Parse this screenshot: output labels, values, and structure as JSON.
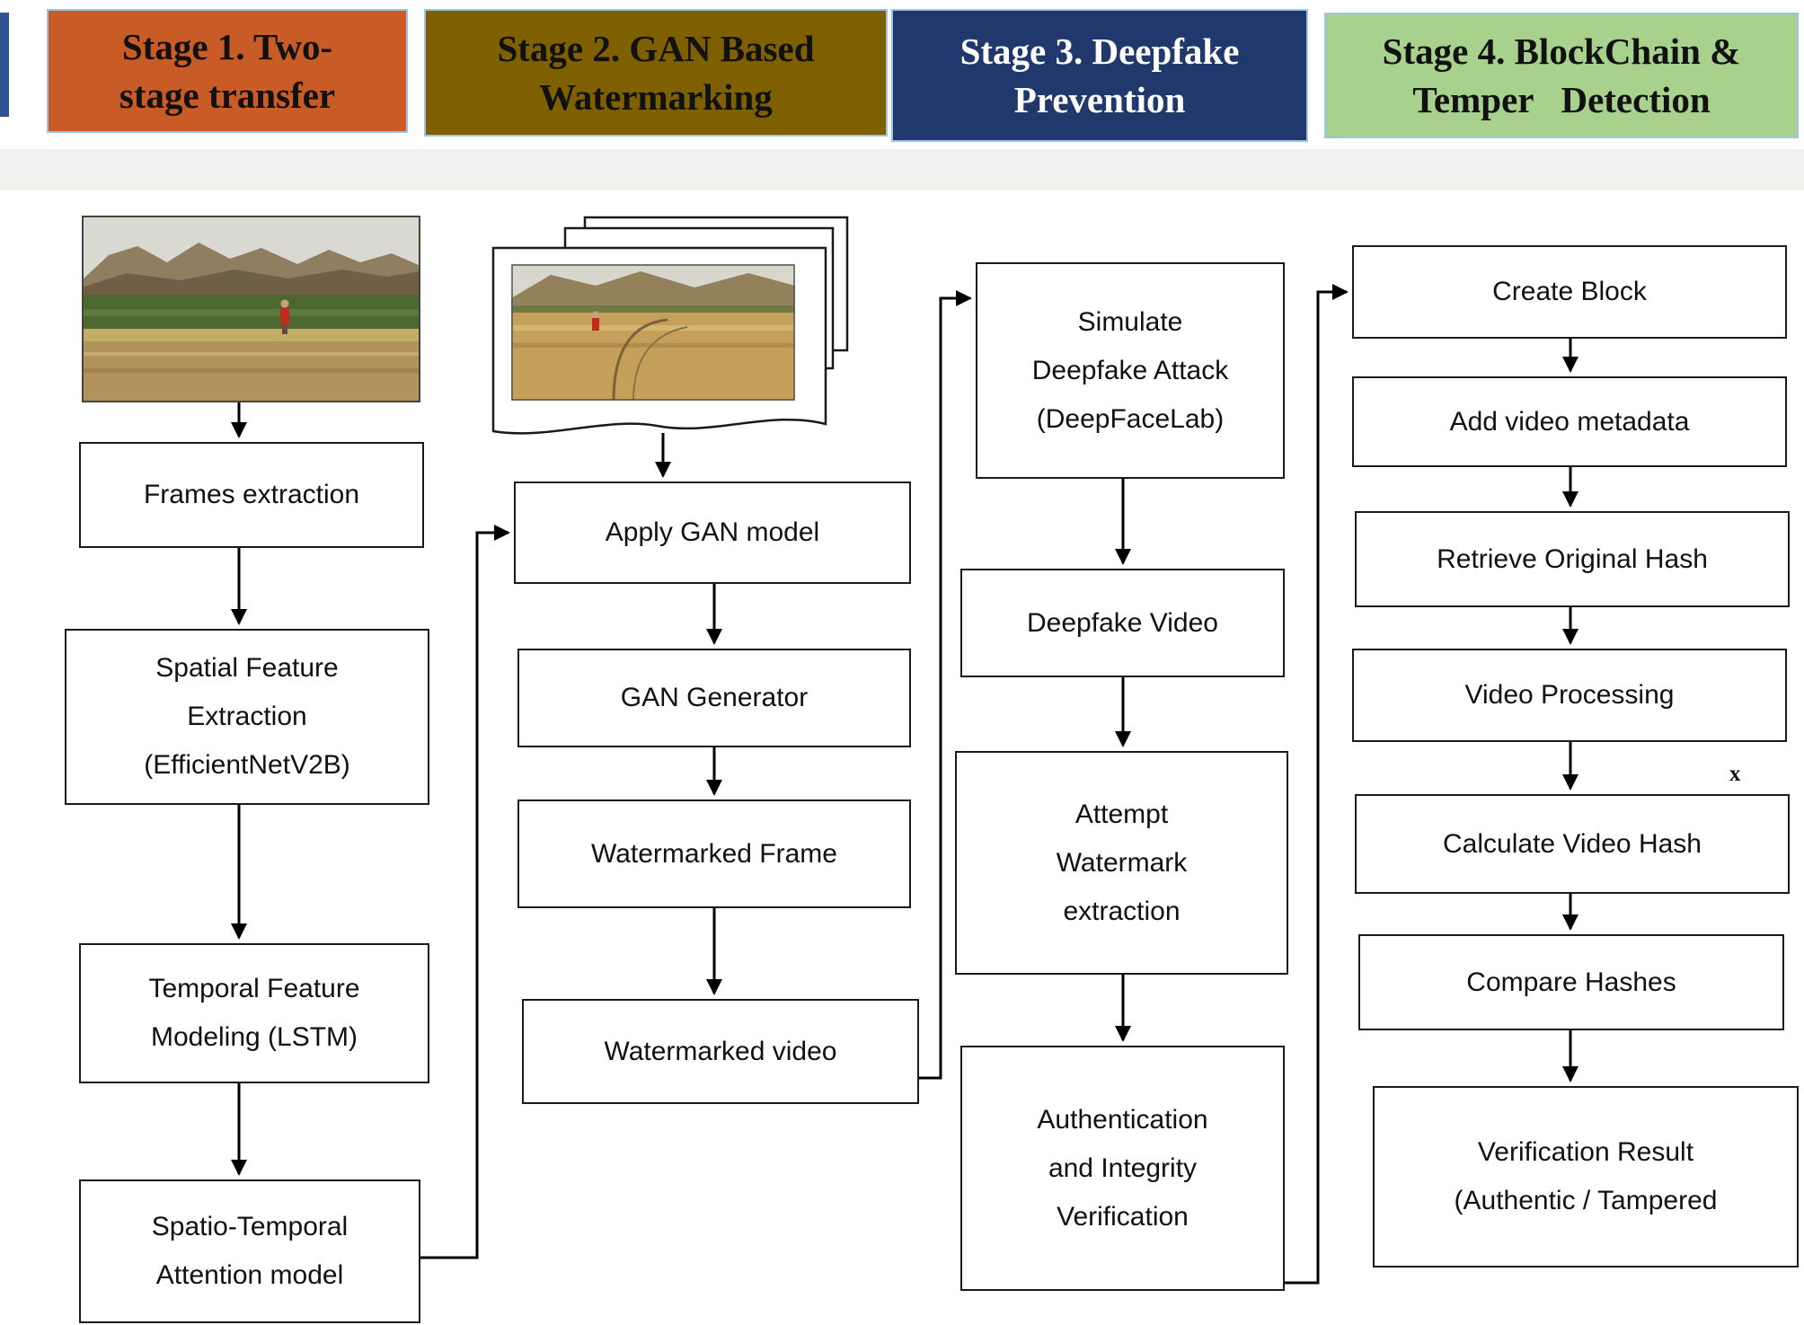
{
  "headers": [
    {
      "label": "Stage 1. Two-\nstage transfer",
      "bg": "#c95b27",
      "fg": "#111111"
    },
    {
      "label": "Stage 2. GAN Based\nWatermarking",
      "bg": "#7f6000",
      "fg": "#111111"
    },
    {
      "label": "Stage 3. Deepfake\nPrevention",
      "bg": "#20386b",
      "fg": "#ffffff"
    },
    {
      "label": "Stage 4. BlockChain &\nTemper   Detection",
      "bg": "#a9d18e",
      "fg": "#111111"
    }
  ],
  "stage1": {
    "nodes": [
      {
        "label": "Frames extraction"
      },
      {
        "label": "Spatial Feature\nExtraction\n(EfficientNetV2B)"
      },
      {
        "label": "Temporal Feature\nModeling (LSTM)"
      },
      {
        "label": "Spatio-Temporal\nAttention model"
      }
    ]
  },
  "stage2": {
    "nodes": [
      {
        "label": "Apply GAN model"
      },
      {
        "label": "GAN Generator"
      },
      {
        "label": "Watermarked Frame"
      },
      {
        "label": "Watermarked video"
      }
    ]
  },
  "stage3": {
    "nodes": [
      {
        "label": "Simulate\nDeepfake Attack\n(DeepFaceLab)"
      },
      {
        "label": "Deepfake Video"
      },
      {
        "label": "Attempt\nWatermark\nextraction"
      },
      {
        "label": "Authentication\nand Integrity\nVerification"
      }
    ]
  },
  "stage4": {
    "nodes": [
      {
        "label": "Create Block"
      },
      {
        "label": "Add video metadata"
      },
      {
        "label": "Retrieve Original Hash"
      },
      {
        "label": "Video Processing"
      },
      {
        "label": "Calculate Video Hash"
      },
      {
        "label": "Compare Hashes"
      },
      {
        "label": "Verification Result\n(Authentic / Tampered"
      }
    ]
  },
  "images": {
    "stage1_photo": "field-landscape-video-frame",
    "stage2_frames": "stacked-extracted-frames"
  },
  "stray_mark": "x",
  "colors": {
    "box_border": "#1a1a1a",
    "arrow": "#000000",
    "header_border": "#9dc3e6"
  }
}
